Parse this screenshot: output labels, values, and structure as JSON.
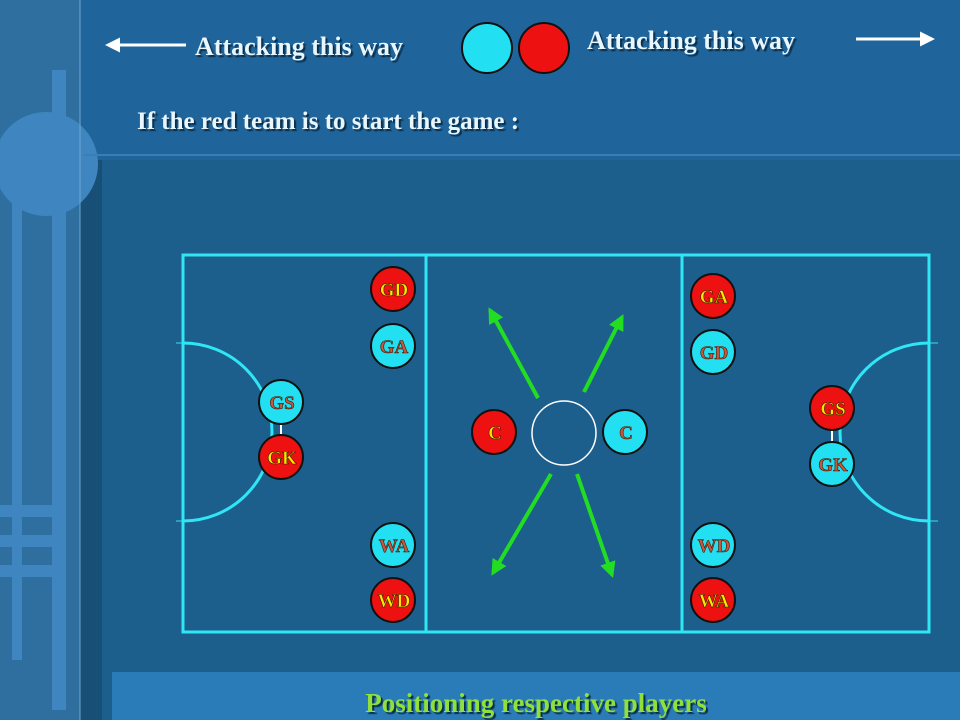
{
  "header": {
    "attack_left": "Attacking this way",
    "attack_right": "Attacking this way",
    "subtitle": "If the red team is to start the game :"
  },
  "legend": {
    "cyan_team_color": "#22e0f2",
    "red_team_color": "#ee1111"
  },
  "footer": {
    "caption": "Positioning respective players"
  },
  "colors": {
    "court_line": "#2fe6f5",
    "arrow": "#22dd22",
    "cyan_text": "#c8553d",
    "red_text": "#ffe600"
  },
  "players": [
    {
      "id": "gd-left",
      "label": "GD",
      "team": "red"
    },
    {
      "id": "ga-left",
      "label": "GA",
      "team": "cyan"
    },
    {
      "id": "gs-left",
      "label": "GS",
      "team": "cyan"
    },
    {
      "id": "gk-left",
      "label": "GK",
      "team": "red"
    },
    {
      "id": "wa-left",
      "label": "WA",
      "team": "cyan"
    },
    {
      "id": "wd-left",
      "label": "WD",
      "team": "red"
    },
    {
      "id": "c-red",
      "label": "C",
      "team": "red"
    },
    {
      "id": "c-cyan",
      "label": "C",
      "team": "cyan"
    },
    {
      "id": "ga-right",
      "label": "GA",
      "team": "red"
    },
    {
      "id": "gd-right",
      "label": "GD",
      "team": "cyan"
    },
    {
      "id": "gs-right",
      "label": "GS",
      "team": "red"
    },
    {
      "id": "gk-right",
      "label": "GK",
      "team": "cyan"
    },
    {
      "id": "wd-right",
      "label": "WD",
      "team": "cyan"
    },
    {
      "id": "wa-right",
      "label": "WA",
      "team": "red"
    }
  ]
}
